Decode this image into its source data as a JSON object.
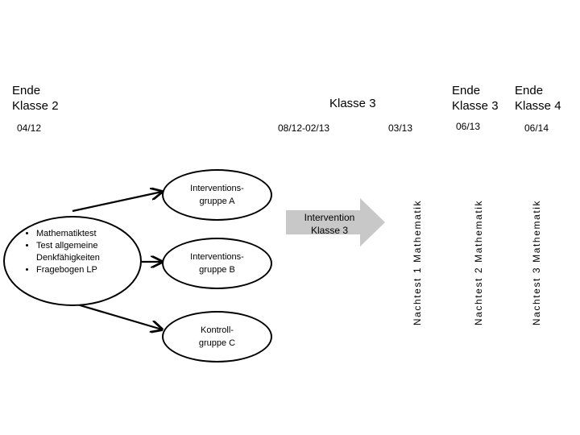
{
  "timeline": {
    "end_grade2": "Ende\nKlasse 2",
    "grade3": "Klasse 3",
    "end_grade3": "Ende\nKlasse 3",
    "end_grade4": "Ende\nKlasse 4",
    "dates": {
      "d0412": "04/12",
      "d0812": "08/12-02/13",
      "d0313": "03/13",
      "d0613": "06/13",
      "d0614": "06/14"
    }
  },
  "pretest": {
    "items": [
      "Mathematiktest",
      "Test allgemeine\nDenkfähigkeiten",
      "Fragebogen LP"
    ]
  },
  "groups": {
    "a": "Interventions-\ngruppe A",
    "b": "Interventions-\ngruppe B",
    "c": "Kontroll-\ngruppe C"
  },
  "intervention": "Intervention\nKlasse 3",
  "posttests": {
    "p1": "Nachtest 1   Mathematik",
    "p2": "Nachtest 2   Mathematik",
    "p3": "Nachtest 3   Mathematik"
  },
  "colors": {
    "arrow_fill": "#c8c8c8",
    "stroke": "#000000"
  }
}
